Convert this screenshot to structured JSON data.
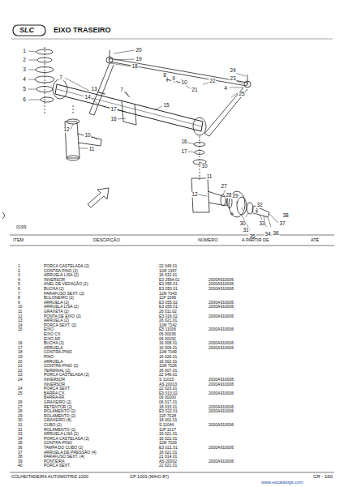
{
  "diagram": {
    "title": "EIXO TRASEIRO",
    "labels": [
      "SLC",
      "1",
      "2",
      "3",
      "4",
      "5",
      "6",
      "20",
      "19",
      "18",
      "7",
      "8",
      "9",
      "10",
      "21",
      "22",
      "23",
      "24",
      "4",
      "25",
      "13",
      "14",
      "7",
      "17",
      "16",
      "15",
      "12",
      "10",
      "11",
      "16",
      "17",
      "10",
      "11",
      "12",
      "27",
      "28",
      "29",
      "30",
      "31",
      "32",
      "33",
      "34",
      "35",
      "36",
      "37",
      "38",
      "0199",
      "ITEM",
      "DESCRIÇÃO",
      "NÚMERO",
      "A PARTIR DE",
      "ATÉ",
      "1",
      "PORCA CASTELADA (2)",
      "22 049.01",
      "2",
      "CONTRA PINO (2)",
      "11M 1397",
      "3",
      "ARRUELA LISA (2)",
      "16 032.01",
      "4",
      "INVERSOR",
      "E3 2564.01",
      "2000A910006",
      "5",
      "ANEL DE VEDAÇÃO (2)",
      "E3 055.01",
      "2000A910006",
      "6",
      "BUCHA (2)",
      "E3 050.01",
      "2000A910006",
      "7",
      "PARAFUSO SEXT. (2)",
      "11M 7043",
      "8",
      "BULONEIRO (2)",
      "11P 1596",
      "9",
      "ARRUELA (2)",
      "E3 055.02",
      "2000A910006",
      "10",
      "ARRUELA LISA (2)",
      "E3 055.01",
      "2000A910006",
      "11",
      "GRAXETA (2)",
      "26 011.02",
      "12",
      "PONTA DE EIXO (2)",
      "E3 016.02",
      "2000A910006",
      "13",
      "ARRUELA (2)",
      "26 021.01",
      "14",
      "PORCA SEXT. (2)",
      "11M 7142",
      "15",
      "EIXO",
      "E5 11006",
      "2000A910006",
      "EIXO CX.",
      "06 00036",
      "EIXO AR.",
      "06 00032",
      "16",
      "BUCHA (2)",
      "16 008.01",
      "2000A910006",
      "17",
      "ARRUELA",
      "16 006.01",
      "2000A910006",
      "18",
      "CONTRA-PINO",
      "11M 7049",
      "19",
      "PINO",
      "16 026.01",
      "20",
      "ARRUELA",
      "16 002.01",
      "21",
      "CONTRA-PINO (2)",
      "11M 7026",
      "22",
      "TERMINAL (2)",
      "36 007.01",
      "23",
      "PORCA CASTELADA (2)",
      "22 049.01",
      "24",
      "INVERSOR",
      "S 11015",
      "2000A910006",
      "INVERSOR",
      "AS 20003",
      "2000A910006",
      "24",
      "PORCA SEXT.",
      "22 023.01",
      "25",
      "BARRA CX.",
      "E3 013.02",
      "2000A910006",
      "BARRA AR.",
      "06 00000",
      "26",
      "GRAXEIRO (2)",
      "06 017.01",
      "27",
      "RETENTOR (2)",
      "18 015.01",
      "2000A910006",
      "28",
      "ROLAMENTO (2)",
      "E3 022.01",
      "2000A910006",
      "29",
      "ROLAMENTO (2)",
      "11P 7028",
      "30",
      "GRAXEIRO (8)",
      "18 001.01",
      "31",
      "CUBO (2)",
      "S 11044",
      "2000A910006",
      "31",
      "ROLAMENTO (2)",
      "11P 1017",
      "33",
      "ARRUELA LISA (2)",
      "16 021.01",
      "34",
      "PORCA CASTELADA (2)",
      "16 022.01",
      "35",
      "CONTRA-PINO",
      "11M 7029",
      "36",
      "TAMPA DO CUBO (2)",
      "E3 021.01",
      "2000A910006",
      "37",
      "ARRUELA DE PRESSÃO (4)",
      "16 021.01",
      "38",
      "PARAFUSO SEXT. (4)",
      "21 014.01",
      "39",
      "PONTEIRA",
      "AS 20002",
      "2000A910006",
      "40",
      "PORCA SEXT.",
      "22 021.01",
      "COLHEITADEIRA AUTOMOTRIZ 2200",
      "CP 1003 (MAIO 87)",
      "CR - 160",
      "www.epcatalogs.com"
    ]
  }
}
